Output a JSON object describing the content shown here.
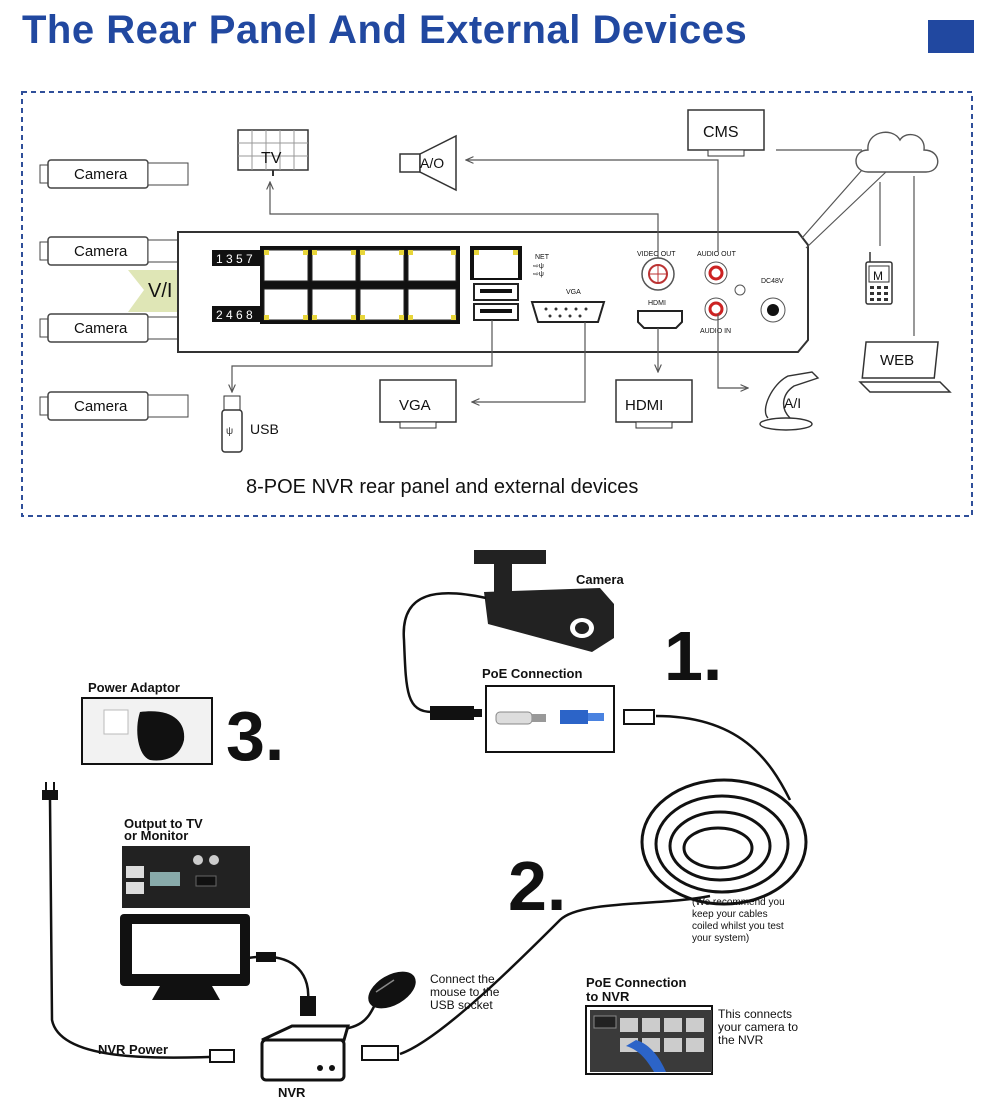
{
  "header": {
    "title": "The Rear Panel And External Devices",
    "accent_color": "#2148a0"
  },
  "rear_panel": {
    "caption": "8-POE NVR  rear panel and external devices",
    "cameras": [
      "Camera",
      "Camera",
      "Camera",
      "Camera"
    ],
    "vi_label": "V/I",
    "port_numbers_top": "1 3 5 7",
    "port_numbers_bottom": "2 4 6 8",
    "net_label": "NET",
    "vga_port_label": "VGA",
    "video_out_label": "VIDEO OUT",
    "audio_out_label": "AUDIO OUT",
    "hdmi_port_label": "HDMI",
    "audio_in_label": "AUDIO IN",
    "dc_label": "DC48V",
    "devices": {
      "tv": "TV",
      "ao": "A/O",
      "cms": "CMS",
      "mobile": "M",
      "web": "WEB",
      "usb": "USB",
      "vga": "VGA",
      "hdmi": "HDMI",
      "ai": "A/I"
    }
  },
  "setup": {
    "camera_label": "Camera",
    "step1": "1.",
    "step2": "2.",
    "step3": "3.",
    "poe_connection": "PoE Connection",
    "power_adaptor": "Power Adaptor",
    "output_line1": "Output to TV",
    "output_line2": "or Monitor",
    "coil_note": [
      "(We recommend you",
      "keep your cables",
      "coiled whilst you test",
      "your system)"
    ],
    "mouse_note": [
      "Connect the",
      "mouse to the",
      "USB socket"
    ],
    "poe_nvr_line1": "PoE Connection",
    "poe_nvr_line2": "to NVR",
    "poe_nvr_note": [
      "This connects",
      "your camera to",
      "the NVR"
    ],
    "nvr_power": "NVR Power",
    "nvr": "NVR"
  }
}
